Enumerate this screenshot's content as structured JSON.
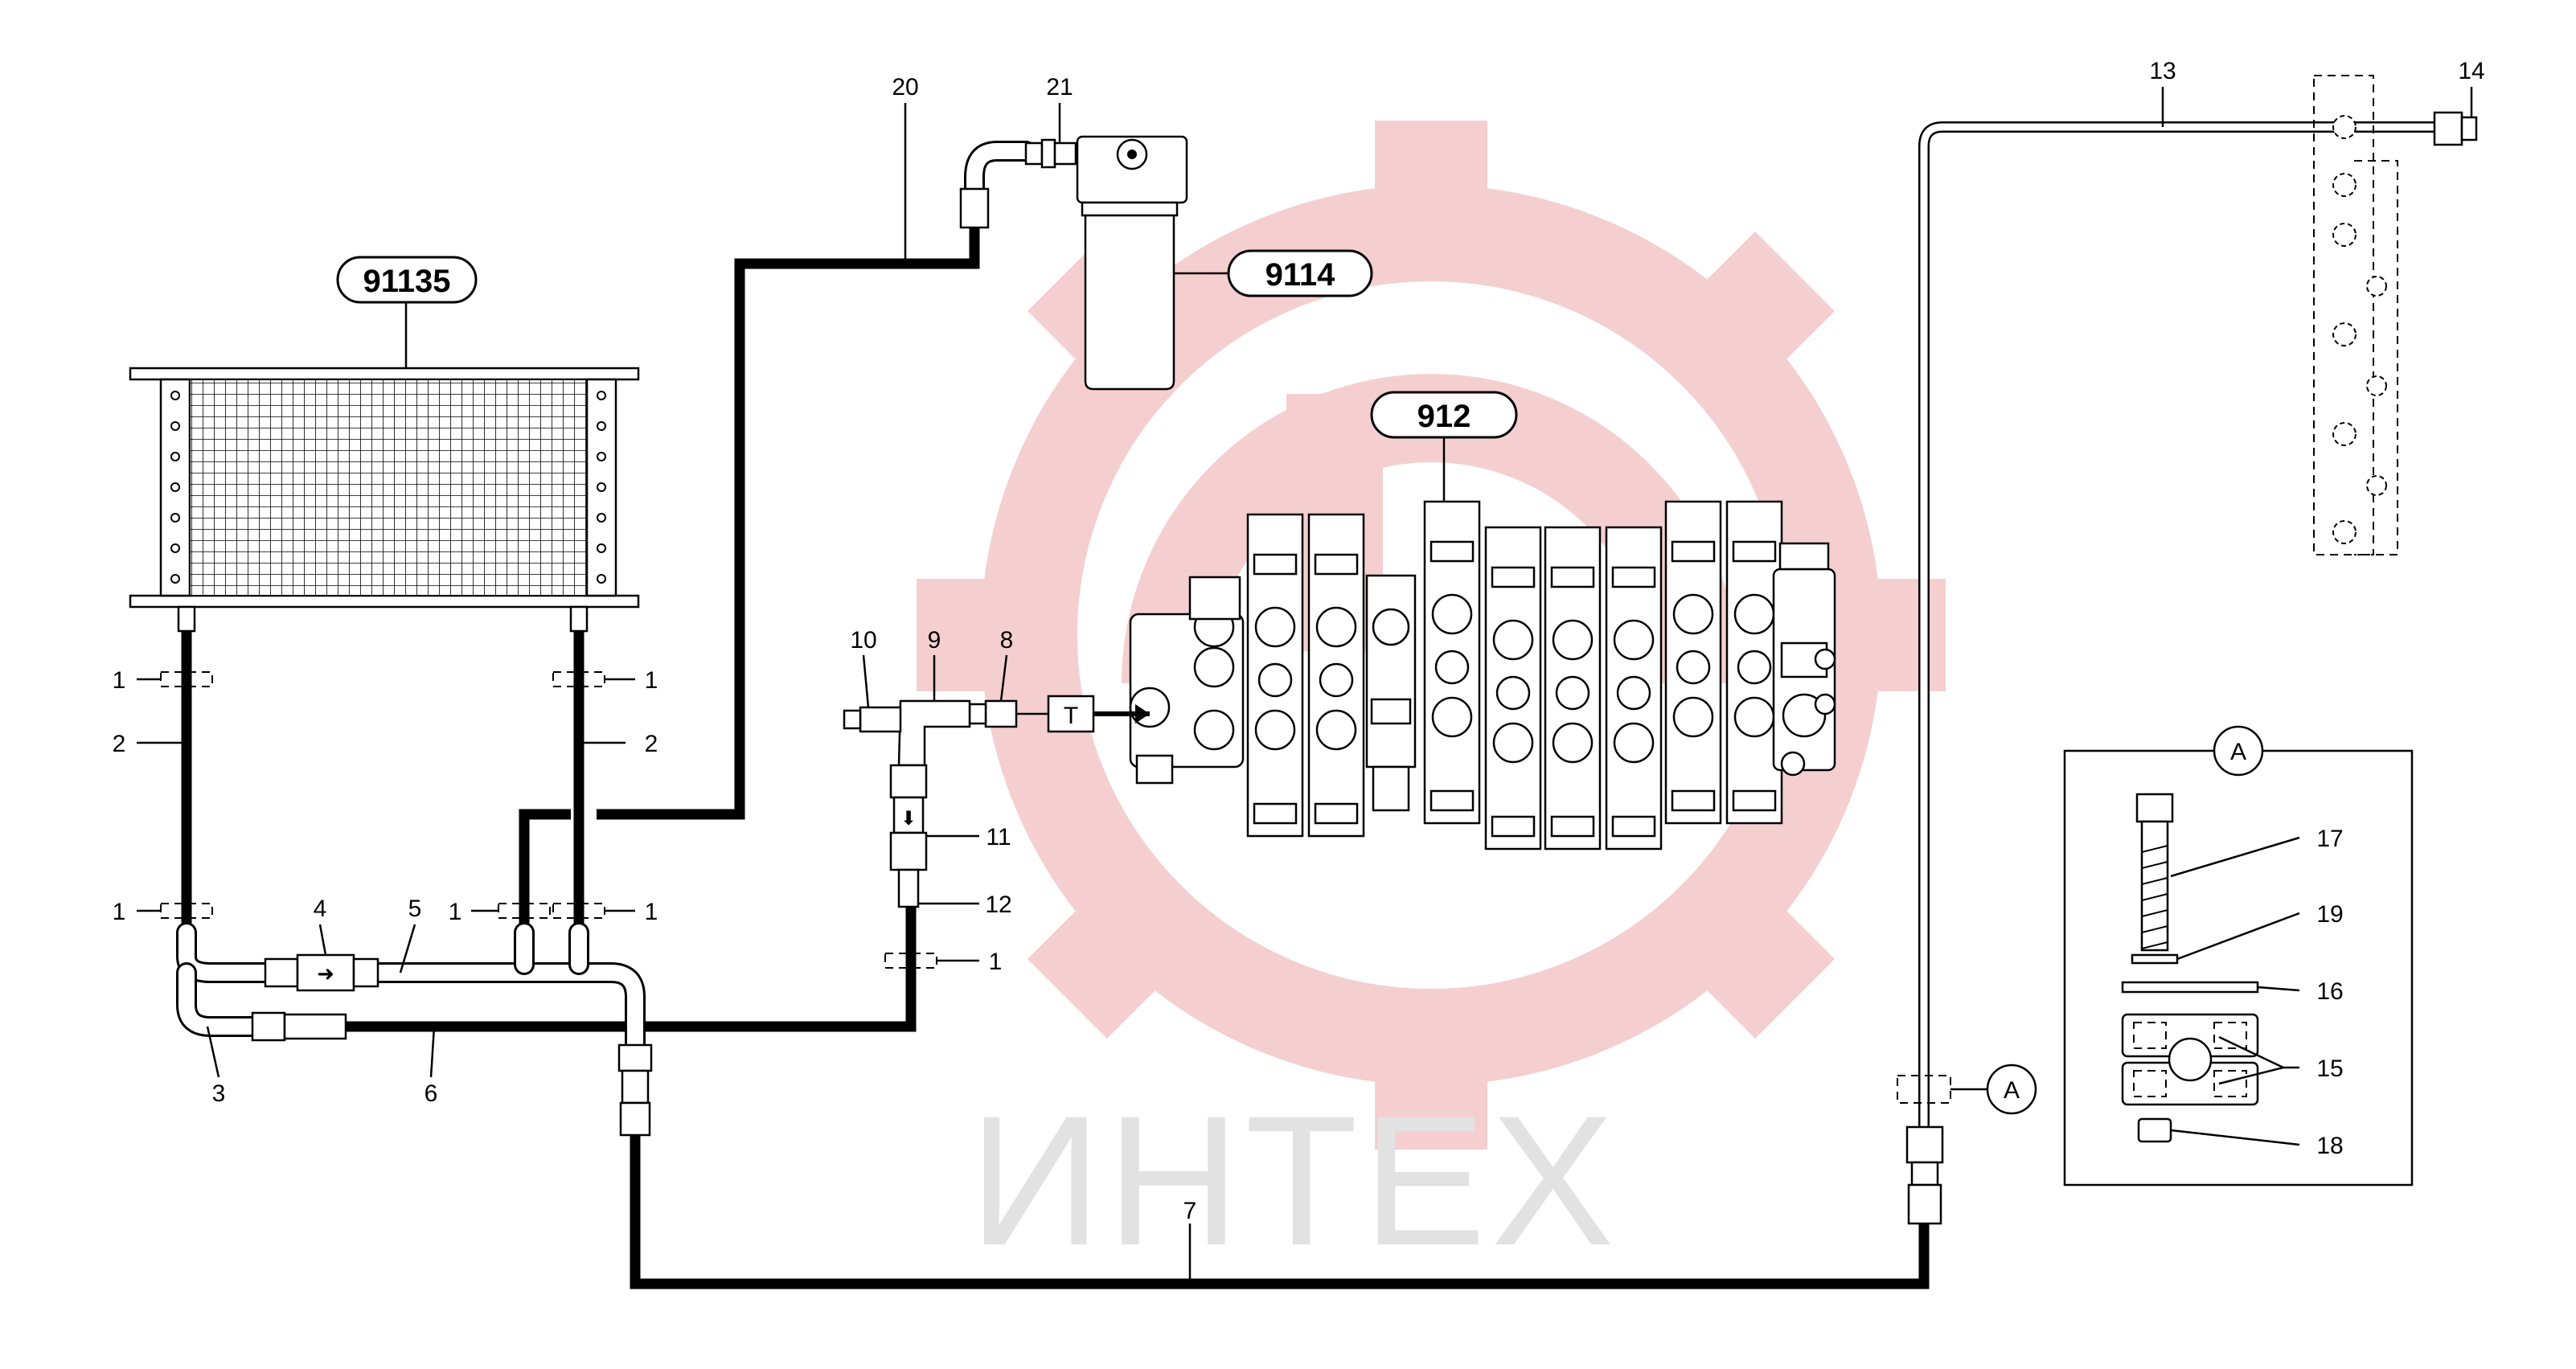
{
  "watermark": {
    "text": "ИНТЕХ",
    "gear_color": "#f4c7c7",
    "text_color": "#e2e2e2"
  },
  "assemblies": {
    "oil_cooler": "91135",
    "oil_filter": "9114",
    "control_valve": "912"
  },
  "callouts": {
    "c1": "1",
    "c2": "2",
    "c3": "3",
    "c4": "4",
    "c5": "5",
    "c6": "6",
    "c7": "7",
    "c8": "8",
    "c9": "9",
    "c10": "10",
    "c11": "11",
    "c12": "12",
    "c13": "13",
    "c14": "14",
    "c15": "15",
    "c16": "16",
    "c17": "17",
    "c18": "18",
    "c19": "19",
    "c20": "20",
    "c21": "21"
  },
  "valve_tank_port": "T",
  "detail_view": {
    "label": "A"
  },
  "line_color": "#000000"
}
